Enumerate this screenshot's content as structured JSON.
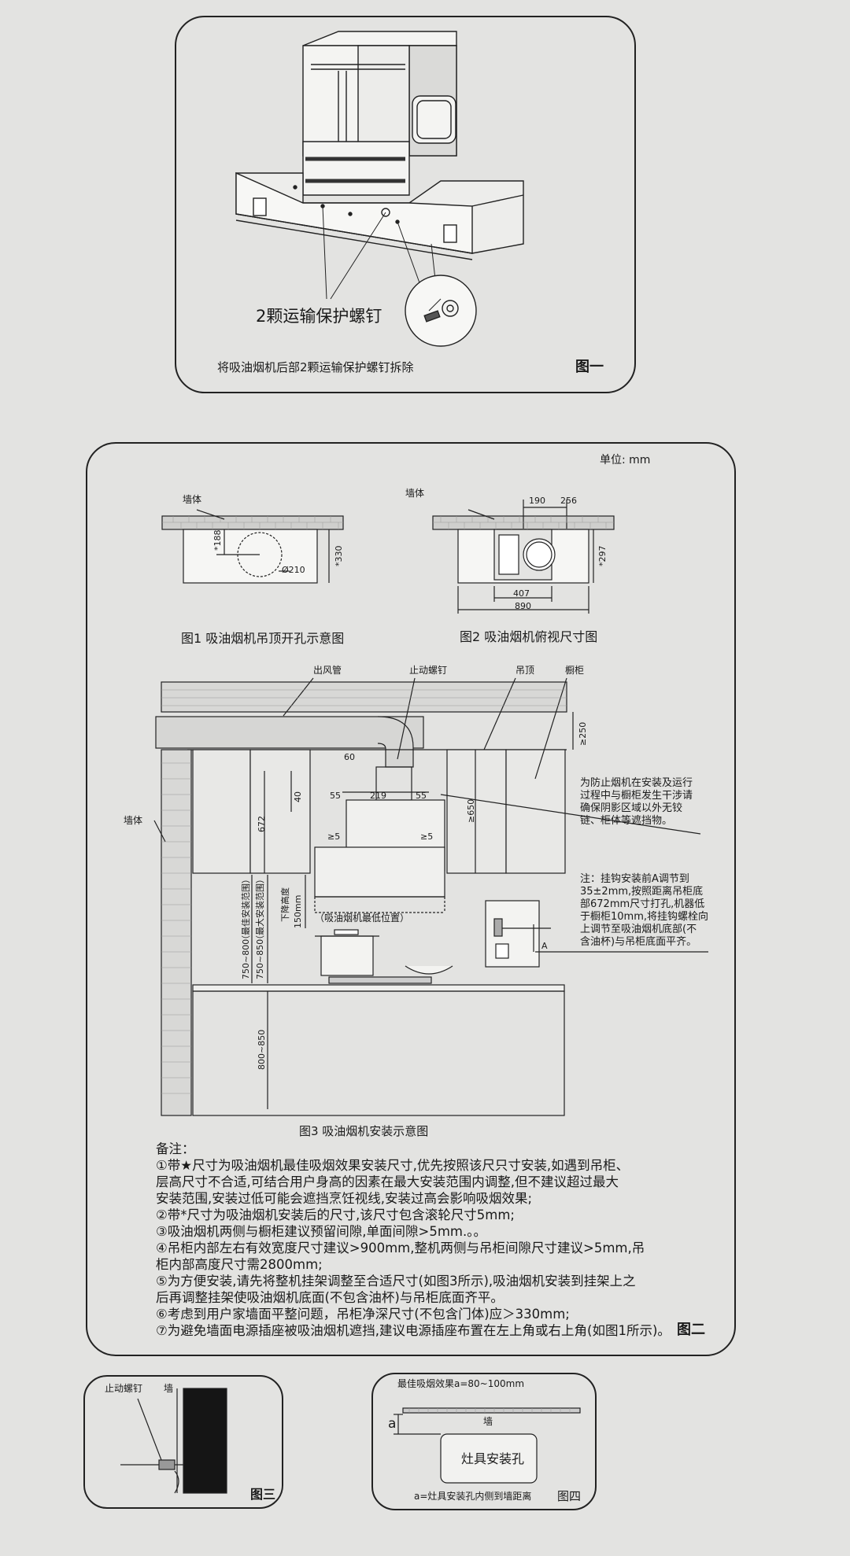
{
  "fig1": {
    "screw_label": "2颗运输保护螺钉",
    "caption": "将吸油烟机后部2颗运输保护螺钉拆除",
    "tag": "图一"
  },
  "fig2": {
    "unit": "单位: mm",
    "d1": {
      "wall": "墙体",
      "dim_188": "*188",
      "dim_330": "*330",
      "dim_phi": "Ø210",
      "caption": "图1 吸油烟机吊顶开孔示意图"
    },
    "d2": {
      "wall": "墙体",
      "dim_190": "190",
      "dim_256": "256",
      "dim_297": "*297",
      "dim_407": "407",
      "dim_890": "890",
      "caption": "图2 吸油烟机俯视尺寸图"
    },
    "d3": {
      "duct": "出风管",
      "stop_screw": "止动螺钉",
      "ceiling": "吊顶",
      "cabinet": "橱柜",
      "wall": "墙体",
      "dim_250": "≥250",
      "dim_60": "60",
      "dim_40": "40",
      "dim_55a": "55",
      "dim_219": "219",
      "dim_55b": "55",
      "dim_672": "672",
      "dim_650": "≥650",
      "gap_left": "≥5",
      "gap_right": "≥5",
      "drop_height": "下降高度",
      "drop_150": "150mm",
      "lowest_pos": "（吸油烟机最低位置）",
      "best_range": "（最佳安装范围）",
      "max_range": "（最大安装范围）",
      "best_val": "750~800",
      "max_val": "750~850",
      "counter": "800~850",
      "label_a": "A",
      "caption": "图3 吸油烟机安装示意图",
      "note_right": [
        "为防止烟机在安装及运行",
        "过程中与橱柜发生干涉请",
        "确保阴影区域以外无铰",
        "链、柜体等遮挡物。"
      ],
      "note_hook": [
        "注：挂钩安装前A调节到",
        "35±2mm,按照距离吊柜底",
        "部672mm尺寸打孔,机器低",
        "于橱柜10mm,将挂钩螺栓向",
        "上调节至吸油烟机底部(不",
        "含油杯)与吊柜底面平齐。"
      ]
    },
    "notes": [
      "备注：",
      "①带★尺寸为吸油烟机最佳吸烟效果安装尺寸,优先按照该尺只寸安装,如遇到吊柜、",
      "层高尺寸不合适,可结合用户身高的因素在最大安装范围内调整,但不建议超过最大",
      "安装范围,安装过低可能会遮挡烹饪视线,安装过高会影响吸烟效果;",
      "②带*尺寸为吸油烟机安装后的尺寸,该尺寸包含滚轮尺寸5mm;",
      "③吸油烟机两侧与橱柜建议预留间隙,单面间隙>5mm.。。",
      "④吊柜内部左右有效宽度尺寸建议>900mm,整机两侧与吊柜间隙尺寸建议>5mm,吊",
      "柜内部高度尺寸需2800mm;",
      "⑤为方便安装,请先将整机挂架调整至合适尺寸(如图3所示),吸油烟机安装到挂架上之",
      "后再调整挂架使吸油烟机底面(不包含油杯)与吊柜底面齐平。",
      "⑥考虑到用户家墙面平整问题，吊柜净深尺寸(不包含门体)应＞330mm;",
      "⑦为避免墙面电源插座被吸油烟机遮挡,建议电源插座布置在左上角或右上角(如图1所示)。"
    ],
    "tag": "图二"
  },
  "fig3": {
    "stop_screw": "止动螺钉",
    "wall": "墙",
    "tag": "图三"
  },
  "fig4": {
    "best": "最佳吸烟效果a=80~100mm",
    "label_a": "a",
    "wall": "墙",
    "hole": "灶具安装孔",
    "caption": "a=灶具安装孔内侧到墙距离",
    "tag": "图四"
  }
}
